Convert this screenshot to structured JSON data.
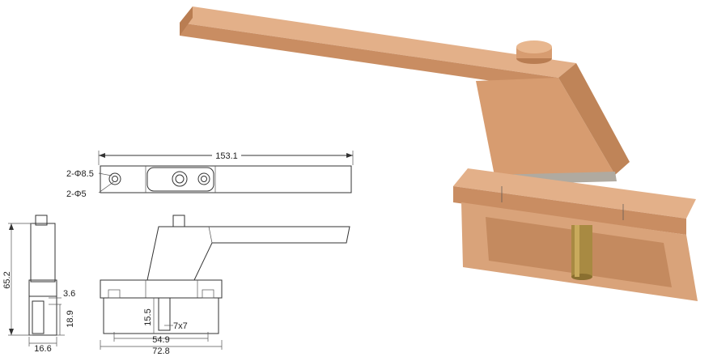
{
  "drawing": {
    "top_view": {
      "length": "153.1",
      "hole_large": "2-Φ8.5",
      "hole_small": "2-Φ5"
    },
    "side_view": {
      "height": "65.2",
      "offset": "3.6",
      "base_height": "18.9",
      "base_width": "16.6"
    },
    "front_view": {
      "spindle_height": "15.5",
      "spindle_square": "7x7",
      "hole_spacing": "54.9",
      "base_length": "72.8"
    }
  },
  "colors": {
    "handle_main": "#d79c70",
    "handle_light": "#e6b48c",
    "handle_dark": "#b97d52",
    "spindle": "#a88a42",
    "line": "#333333"
  }
}
